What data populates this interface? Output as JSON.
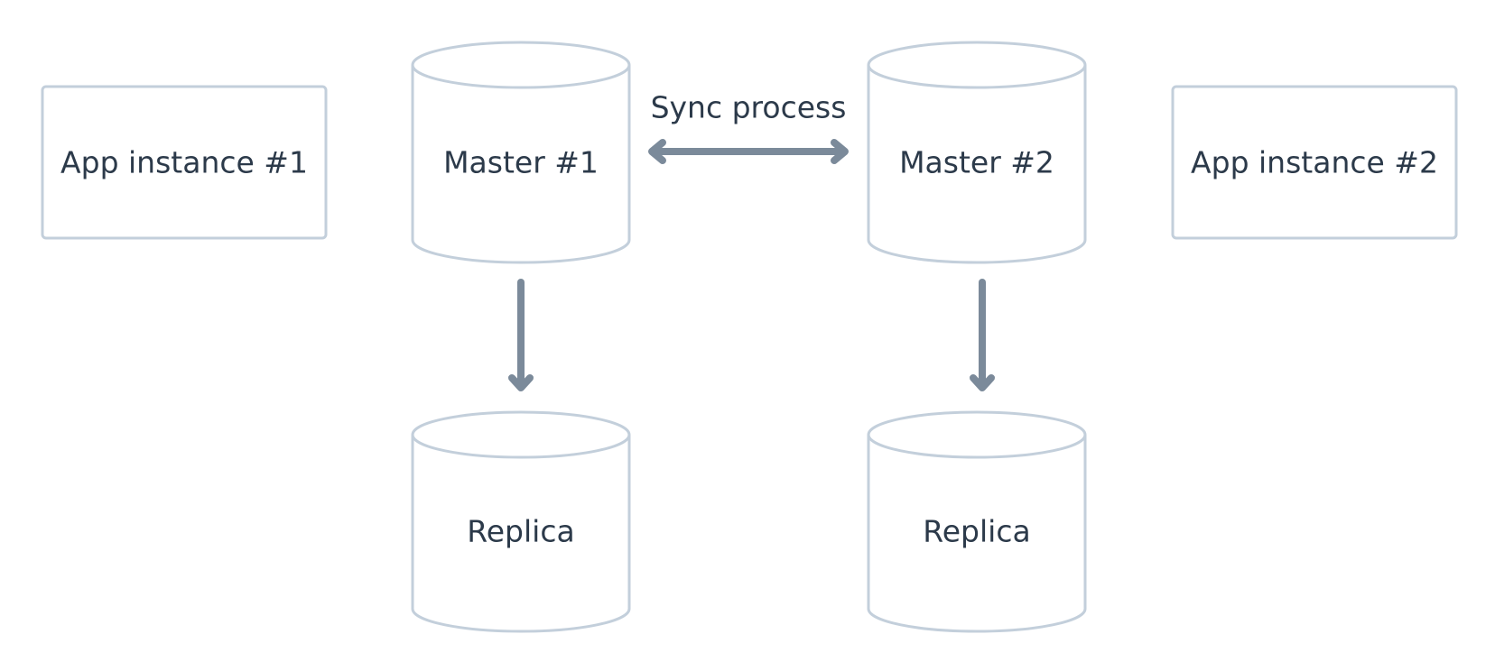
{
  "nodes": {
    "app1": {
      "label": "App instance #1",
      "kind": "box"
    },
    "master1": {
      "label": "Master #1",
      "kind": "database"
    },
    "master2": {
      "label": "Master #2",
      "kind": "database"
    },
    "app2": {
      "label": "App instance #2",
      "kind": "box"
    },
    "replica1": {
      "label": "Replica",
      "kind": "database"
    },
    "replica2": {
      "label": "Replica",
      "kind": "database"
    }
  },
  "edges": {
    "sync": {
      "from": "master1",
      "to": "master2",
      "direction": "bidirectional",
      "label": "Sync process"
    },
    "m1_replica": {
      "from": "master1",
      "to": "replica1",
      "direction": "forward",
      "label": ""
    },
    "m2_replica": {
      "from": "master2",
      "to": "replica2",
      "direction": "forward",
      "label": ""
    }
  },
  "colors": {
    "shape_stroke": "#c3cfdb",
    "arrow": "#7b8a9a",
    "text": "#2c3a4a"
  }
}
